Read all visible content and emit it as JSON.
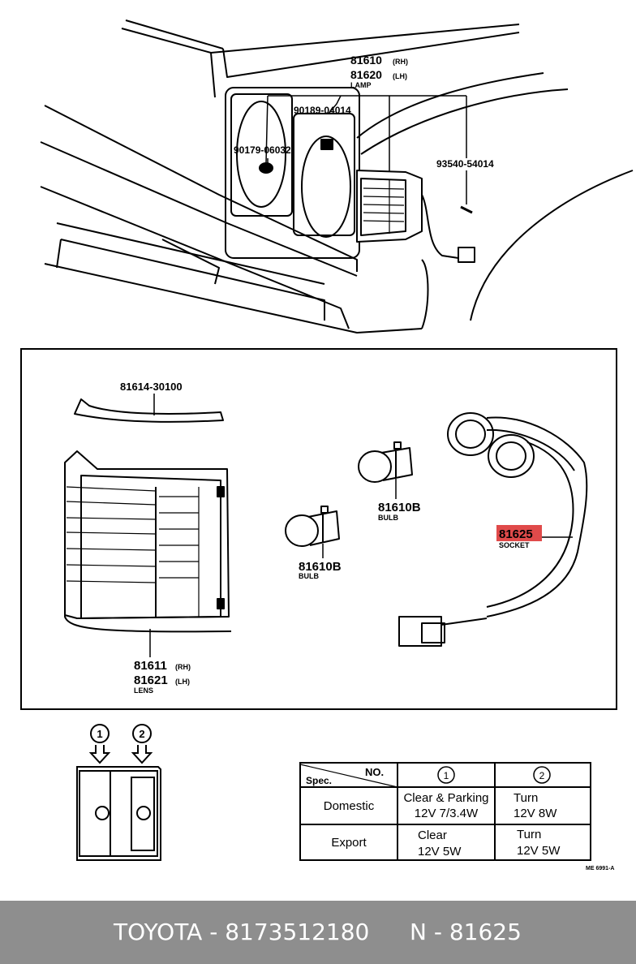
{
  "top_labels": {
    "lamp_rh": "81610",
    "lamp_rh_side": "(RH)",
    "lamp_lh": "81620",
    "lamp_lh_side": "(LH)",
    "lamp_name": "LAMP",
    "part_90189": "90189-04014",
    "part_90179": "90179-06032",
    "part_93540": "93540-54014"
  },
  "detail_labels": {
    "trim": "81614-30100",
    "bulb_a": "81610B",
    "bulb_a_name": "BULB",
    "bulb_b": "81610B",
    "bulb_b_name": "BULB",
    "socket": "81625",
    "socket_name": "SOCKET",
    "lens_rh": "81611",
    "lens_rh_side": "(RH)",
    "lens_lh": "81621",
    "lens_lh_side": "(LH)",
    "lens_name": "LENS"
  },
  "markers": {
    "one": "1",
    "two": "2"
  },
  "spec_table": {
    "corner_top": "NO.",
    "corner_bottom": "Spec.",
    "col1": "1",
    "col2": "2",
    "rows": [
      {
        "label": "Domestic",
        "c1_line1": "Clear & Parking",
        "c1_line2": "12V 7/3.4W",
        "c2_line1": "Turn",
        "c2_line2": "12V 8W"
      },
      {
        "label": "Export",
        "c1_line1": "Clear",
        "c1_line2": "12V 5W",
        "c2_line1": "Turn",
        "c2_line2": "12V 5W"
      }
    ]
  },
  "drawing_code": "ME 6991-A",
  "footer": {
    "left": "TOYOTA - 8173512180",
    "right": "N - 81625"
  },
  "colors": {
    "highlight": "#e04a4a",
    "footer_bg": "#8e8e8e"
  }
}
